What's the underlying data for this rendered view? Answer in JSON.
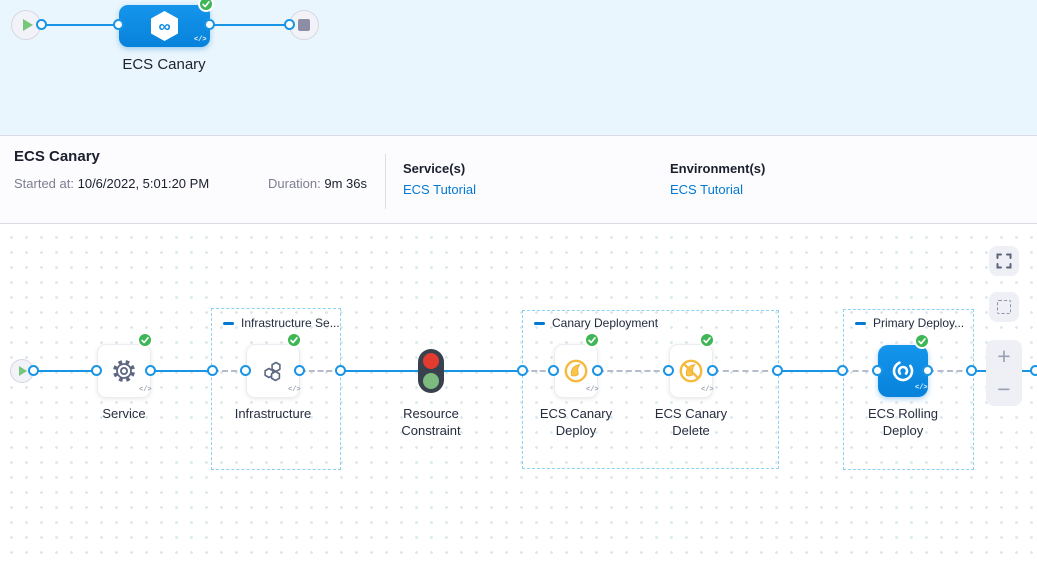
{
  "banner": {
    "stage_label": "ECS Canary"
  },
  "summary": {
    "title": "ECS Canary",
    "started_label": "Started at:",
    "started_value": "10/6/2022, 5:01:20 PM",
    "duration_label": "Duration:",
    "duration_value": "9m 36s",
    "services_label": "Service(s)",
    "services_value": "ECS Tutorial",
    "environments_label": "Environment(s)",
    "environments_value": "ECS Tutorial"
  },
  "canvas": {
    "groups": [
      {
        "label": "Infrastructure Se..."
      },
      {
        "label": "Canary Deployment"
      },
      {
        "label": "Primary Deploy..."
      }
    ],
    "steps": [
      {
        "label": "Service",
        "status": "success"
      },
      {
        "label": "Infrastructure",
        "status": "success"
      },
      {
        "label": "Resource Constraint",
        "status": "passed-through"
      },
      {
        "label": "ECS Canary Deploy",
        "status": "success"
      },
      {
        "label": "ECS Canary Delete",
        "status": "success"
      },
      {
        "label": "ECS Rolling Deploy",
        "status": "success"
      }
    ],
    "controls": {
      "zoom_in_label": "+",
      "zoom_out_label": "−"
    }
  },
  "icons": {
    "code_badge": "</>",
    "pipeline_glyph": "∞"
  },
  "colors": {
    "accent_blue": "#0278d5",
    "line_blue": "#1a95e6",
    "node_blue": "#0b8ae2",
    "success_green": "#3eb655",
    "canary_yellow": "#f6b93c",
    "banner_bg": "#eaf6fd"
  }
}
